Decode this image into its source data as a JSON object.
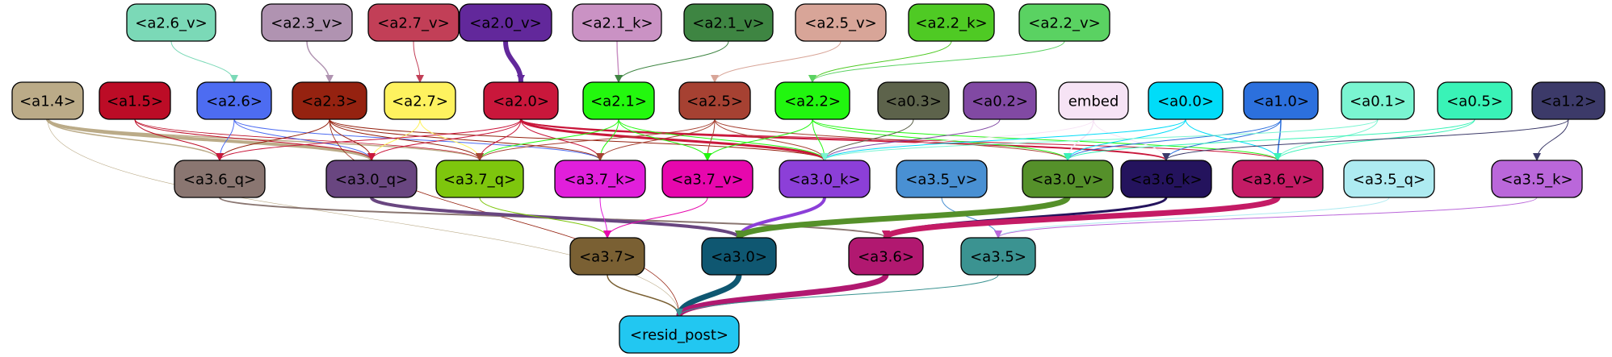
{
  "graph": {
    "nodes": [
      {
        "id": "a2_6_v",
        "label": "<a2.6_v>",
        "fill": "#7bd9b7",
        "text": "#000000"
      },
      {
        "id": "a2_3_v",
        "label": "<a2.3_v>",
        "fill": "#b093b1",
        "text": "#000000"
      },
      {
        "id": "a2_7_v",
        "label": "<a2.7_v>",
        "fill": "#c23f57",
        "text": "#000000"
      },
      {
        "id": "a2_0_v",
        "label": "<a2.0_v>",
        "fill": "#62289b",
        "text": "#000000"
      },
      {
        "id": "a2_1_k",
        "label": "<a2.1_k>",
        "fill": "#ca92c4",
        "text": "#000000"
      },
      {
        "id": "a2_1_v",
        "label": "<a2.1_v>",
        "fill": "#3e8542",
        "text": "#000000"
      },
      {
        "id": "a2_5_v",
        "label": "<a2.5_v>",
        "fill": "#d8a598",
        "text": "#000000"
      },
      {
        "id": "a2_2_k",
        "label": "<a2.2_k>",
        "fill": "#4fca24",
        "text": "#000000"
      },
      {
        "id": "a2_2_v",
        "label": "<a2.2_v>",
        "fill": "#5ad262",
        "text": "#000000"
      },
      {
        "id": "a1_4",
        "label": "<a1.4>",
        "fill": "#bbab88",
        "text": "#000000"
      },
      {
        "id": "a1_5",
        "label": "<a1.5>",
        "fill": "#bc0c26",
        "text": "#000000"
      },
      {
        "id": "a2_6",
        "label": "<a2.6>",
        "fill": "#4d6cf1",
        "text": "#000000"
      },
      {
        "id": "a2_3",
        "label": "<a2.3>",
        "fill": "#952210",
        "text": "#000000"
      },
      {
        "id": "a2_7",
        "label": "<a2.7>",
        "fill": "#fef25f",
        "text": "#000000"
      },
      {
        "id": "a2_0",
        "label": "<a2.0>",
        "fill": "#c9173b",
        "text": "#000000"
      },
      {
        "id": "a2_1",
        "label": "<a2.1>",
        "fill": "#23f80e",
        "text": "#000000"
      },
      {
        "id": "a2_5",
        "label": "<a2.5>",
        "fill": "#a64132",
        "text": "#000000"
      },
      {
        "id": "a2_2",
        "label": "<a2.2>",
        "fill": "#21f60f",
        "text": "#000000"
      },
      {
        "id": "a0_3",
        "label": "<a0.3>",
        "fill": "#5d634b",
        "text": "#000000"
      },
      {
        "id": "a0_2",
        "label": "<a0.2>",
        "fill": "#8149a3",
        "text": "#000000"
      },
      {
        "id": "embed",
        "label": "embed",
        "fill": "#f6e3f5",
        "text": "#000000"
      },
      {
        "id": "a0_0",
        "label": "<a0.0>",
        "fill": "#00dcf8",
        "text": "#000000"
      },
      {
        "id": "a1_0",
        "label": "<a1.0>",
        "fill": "#2c70dd",
        "text": "#000000"
      },
      {
        "id": "a0_1",
        "label": "<a0.1>",
        "fill": "#7af5d1",
        "text": "#000000"
      },
      {
        "id": "a0_5",
        "label": "<a0.5>",
        "fill": "#39f3b7",
        "text": "#000000"
      },
      {
        "id": "a1_2",
        "label": "<a1.2>",
        "fill": "#3c3a69",
        "text": "#000000"
      },
      {
        "id": "a3_6_q",
        "label": "<a3.6_q>",
        "fill": "#8a7671",
        "text": "#000000"
      },
      {
        "id": "a3_0_q",
        "label": "<a3.0_q>",
        "fill": "#694680",
        "text": "#000000"
      },
      {
        "id": "a3_7_q",
        "label": "<a3.7_q>",
        "fill": "#7ec60d",
        "text": "#000000"
      },
      {
        "id": "a3_7_k",
        "label": "<a3.7_k>",
        "fill": "#e11fdb",
        "text": "#000000"
      },
      {
        "id": "a3_7_v",
        "label": "<a3.7_v>",
        "fill": "#e707ad",
        "text": "#000000"
      },
      {
        "id": "a3_0_k",
        "label": "<a3.0_k>",
        "fill": "#8c3fd8",
        "text": "#000000"
      },
      {
        "id": "a3_5_v",
        "label": "<a3.5_v>",
        "fill": "#4990d3",
        "text": "#000000"
      },
      {
        "id": "a3_0_v",
        "label": "<a3.0_v>",
        "fill": "#55902a",
        "text": "#000000"
      },
      {
        "id": "a3_6_k",
        "label": "<a3.6_k>",
        "fill": "#24135d",
        "text": "#000000"
      },
      {
        "id": "a3_6_v",
        "label": "<a3.6_v>",
        "fill": "#c41b65",
        "text": "#000000"
      },
      {
        "id": "a3_5_q",
        "label": "<a3.5_q>",
        "fill": "#aeebf1",
        "text": "#000000"
      },
      {
        "id": "a3_5_k",
        "label": "<a3.5_k>",
        "fill": "#ba67da",
        "text": "#000000"
      },
      {
        "id": "a3_7",
        "label": "<a3.7>",
        "fill": "#7a6033",
        "text": "#000000"
      },
      {
        "id": "a3_0",
        "label": "<a3.0>",
        "fill": "#0f5771",
        "text": "#000000"
      },
      {
        "id": "a3_6",
        "label": "<a3.6>",
        "fill": "#b11870",
        "text": "#000000"
      },
      {
        "id": "a3_5",
        "label": "<a3.5>",
        "fill": "#3b9391",
        "text": "#000000"
      },
      {
        "id": "resid_post",
        "label": "<resid_post>",
        "fill": "#22c7f1",
        "text": "#000000"
      }
    ],
    "edges": [
      {
        "from": "a2_6_v",
        "to": "a2_6",
        "color": "#7bd9b7",
        "width": 1
      },
      {
        "from": "a2_3_v",
        "to": "a2_3",
        "color": "#b093b1",
        "width": 1.5
      },
      {
        "from": "a2_7_v",
        "to": "a2_7",
        "color": "#c23f57",
        "width": 1
      },
      {
        "from": "a2_0_v",
        "to": "a2_0",
        "color": "#62289b",
        "width": 6
      },
      {
        "from": "a2_1_k",
        "to": "a2_1",
        "color": "#ca92c4",
        "width": 1.5
      },
      {
        "from": "a2_1_v",
        "to": "a2_1",
        "color": "#3e8542",
        "width": 1
      },
      {
        "from": "a2_5_v",
        "to": "a2_5",
        "color": "#d8a598",
        "width": 1
      },
      {
        "from": "a2_2_k",
        "to": "a2_2",
        "color": "#4fca24",
        "width": 1
      },
      {
        "from": "a2_2_v",
        "to": "a2_2",
        "color": "#5ad262",
        "width": 1
      },
      {
        "from": "a1_4",
        "to": "a3_6_q",
        "color": "#bbab88",
        "width": 1.5
      },
      {
        "from": "a1_4",
        "to": "a3_0_q",
        "color": "#bbab88",
        "width": 4
      },
      {
        "from": "a1_4",
        "to": "a3_7_q",
        "color": "#bbab88",
        "width": 1.5
      },
      {
        "from": "a1_4",
        "to": "resid_post",
        "color": "#bbab88",
        "width": 0.6
      },
      {
        "from": "a1_5",
        "to": "a3_6_q",
        "color": "#bc0c26",
        "width": 1
      },
      {
        "from": "a1_5",
        "to": "a3_0_q",
        "color": "#bc0c26",
        "width": 1
      },
      {
        "from": "a1_5",
        "to": "a3_7_q",
        "color": "#bc0c26",
        "width": 0.8
      },
      {
        "from": "a2_6",
        "to": "a3_6_q",
        "color": "#4d6cf1",
        "width": 1
      },
      {
        "from": "a2_6",
        "to": "a3_0_q",
        "color": "#4d6cf1",
        "width": 1
      },
      {
        "from": "a2_6",
        "to": "a3_7_k",
        "color": "#4d6cf1",
        "width": 1
      },
      {
        "from": "a2_3",
        "to": "a3_6_q",
        "color": "#952210",
        "width": 1
      },
      {
        "from": "a2_3",
        "to": "a3_0_q",
        "color": "#952210",
        "width": 1
      },
      {
        "from": "a2_3",
        "to": "a3_7_q",
        "color": "#952210",
        "width": 1
      },
      {
        "from": "a2_3",
        "to": "a3_7_k",
        "color": "#952210",
        "width": 1
      },
      {
        "from": "a2_3",
        "to": "a3_0_k",
        "color": "#952210",
        "width": 1
      },
      {
        "from": "a2_3",
        "to": "resid_post",
        "color": "#952210",
        "width": 0.8
      },
      {
        "from": "a2_7",
        "to": "a3_0_q",
        "color": "#fef25f",
        "width": 1
      },
      {
        "from": "a2_7",
        "to": "a3_7_q",
        "color": "#fef25f",
        "width": 1
      },
      {
        "from": "a2_0",
        "to": "a3_6_q",
        "color": "#c9173b",
        "width": 1
      },
      {
        "from": "a2_0",
        "to": "a3_0_q",
        "color": "#c9173b",
        "width": 1
      },
      {
        "from": "a2_0",
        "to": "a3_7_q",
        "color": "#c9173b",
        "width": 1
      },
      {
        "from": "a2_0",
        "to": "a3_7_k",
        "color": "#c9173b",
        "width": 1
      },
      {
        "from": "a2_0",
        "to": "a3_0_k",
        "color": "#c9173b",
        "width": 3
      },
      {
        "from": "a2_0",
        "to": "a3_6_k",
        "color": "#c9173b",
        "width": 2
      },
      {
        "from": "a2_0",
        "to": "a3_6_v",
        "color": "#c9173b",
        "width": 1
      },
      {
        "from": "a2_1",
        "to": "a3_7_q",
        "color": "#23f80e",
        "width": 1
      },
      {
        "from": "a2_1",
        "to": "a3_7_k",
        "color": "#23f80e",
        "width": 1
      },
      {
        "from": "a2_1",
        "to": "a3_7_v",
        "color": "#23f80e",
        "width": 1
      },
      {
        "from": "a2_1",
        "to": "a3_0_k",
        "color": "#23f80e",
        "width": 1
      },
      {
        "from": "a2_5",
        "to": "a3_7_q",
        "color": "#a64132",
        "width": 1
      },
      {
        "from": "a2_5",
        "to": "a3_7_k",
        "color": "#a64132",
        "width": 1
      },
      {
        "from": "a2_5",
        "to": "a3_7_v",
        "color": "#a64132",
        "width": 1
      },
      {
        "from": "a2_5",
        "to": "a3_0_k",
        "color": "#a64132",
        "width": 1
      },
      {
        "from": "a2_5",
        "to": "a3_0_v",
        "color": "#a64132",
        "width": 1
      },
      {
        "from": "a2_2",
        "to": "a3_7_v",
        "color": "#21f60f",
        "width": 1
      },
      {
        "from": "a2_2",
        "to": "a3_0_k",
        "color": "#21f60f",
        "width": 1
      },
      {
        "from": "a2_2",
        "to": "a3_0_v",
        "color": "#21f60f",
        "width": 1
      },
      {
        "from": "a2_2",
        "to": "a3_6_v",
        "color": "#21f60f",
        "width": 1
      },
      {
        "from": "a0_3",
        "to": "a3_0_k",
        "color": "#5d634b",
        "width": 1
      },
      {
        "from": "a0_2",
        "to": "a3_0_k",
        "color": "#8149a3",
        "width": 1
      },
      {
        "from": "embed",
        "to": "a3_0_k",
        "color": "#f6e3f5",
        "width": 1
      },
      {
        "from": "embed",
        "to": "a3_0_v",
        "color": "#f6e3f5",
        "width": 1.5
      },
      {
        "from": "embed",
        "to": "a3_6_k",
        "color": "#f6e3f5",
        "width": 1
      },
      {
        "from": "a0_0",
        "to": "a3_0_k",
        "color": "#00dcf8",
        "width": 1
      },
      {
        "from": "a0_0",
        "to": "a3_0_v",
        "color": "#00dcf8",
        "width": 1
      },
      {
        "from": "a0_0",
        "to": "a3_6_v",
        "color": "#00dcf8",
        "width": 1
      },
      {
        "from": "a1_0",
        "to": "a3_0_v",
        "color": "#2c70dd",
        "width": 1
      },
      {
        "from": "a1_0",
        "to": "a3_6_k",
        "color": "#2c70dd",
        "width": 1
      },
      {
        "from": "a1_0",
        "to": "a3_6_v",
        "color": "#2c70dd",
        "width": 1.5
      },
      {
        "from": "a0_1",
        "to": "a3_0_k",
        "color": "#7af5d1",
        "width": 1
      },
      {
        "from": "a0_1",
        "to": "a3_6_v",
        "color": "#7af5d1",
        "width": 1
      },
      {
        "from": "a0_5",
        "to": "a3_0_v",
        "color": "#39f3b7",
        "width": 1
      },
      {
        "from": "a0_5",
        "to": "a3_6_v",
        "color": "#39f3b7",
        "width": 1
      },
      {
        "from": "a1_2",
        "to": "a3_6_k",
        "color": "#3c3a69",
        "width": 1
      },
      {
        "from": "a1_2",
        "to": "a3_5_k",
        "color": "#3c3a69",
        "width": 1
      },
      {
        "from": "a3_6_q",
        "to": "a3_6",
        "color": "#8a7671",
        "width": 2
      },
      {
        "from": "a3_0_q",
        "to": "a3_0",
        "color": "#694680",
        "width": 4
      },
      {
        "from": "a3_7_q",
        "to": "a3_7",
        "color": "#7ec60d",
        "width": 1
      },
      {
        "from": "a3_7_k",
        "to": "a3_7",
        "color": "#e11fdb",
        "width": 1
      },
      {
        "from": "a3_7_v",
        "to": "a3_7",
        "color": "#e707ad",
        "width": 1
      },
      {
        "from": "a3_0_k",
        "to": "a3_0",
        "color": "#8c3fd8",
        "width": 4
      },
      {
        "from": "a3_5_v",
        "to": "a3_5",
        "color": "#4990d3",
        "width": 1
      },
      {
        "from": "a3_0_v",
        "to": "a3_0",
        "color": "#55902a",
        "width": 7
      },
      {
        "from": "a3_6_k",
        "to": "a3_6",
        "color": "#24135d",
        "width": 3
      },
      {
        "from": "a3_6_v",
        "to": "a3_6",
        "color": "#c41b65",
        "width": 7
      },
      {
        "from": "a3_5_q",
        "to": "a3_5",
        "color": "#aeebf1",
        "width": 1
      },
      {
        "from": "a3_5_k",
        "to": "a3_5",
        "color": "#ba67da",
        "width": 1
      },
      {
        "from": "a3_7",
        "to": "resid_post",
        "color": "#7a6033",
        "width": 1.5
      },
      {
        "from": "a3_0",
        "to": "resid_post",
        "color": "#0f5771",
        "width": 7
      },
      {
        "from": "a3_6",
        "to": "resid_post",
        "color": "#b11870",
        "width": 7
      },
      {
        "from": "a3_5",
        "to": "resid_post",
        "color": "#3b9391",
        "width": 1
      }
    ]
  }
}
